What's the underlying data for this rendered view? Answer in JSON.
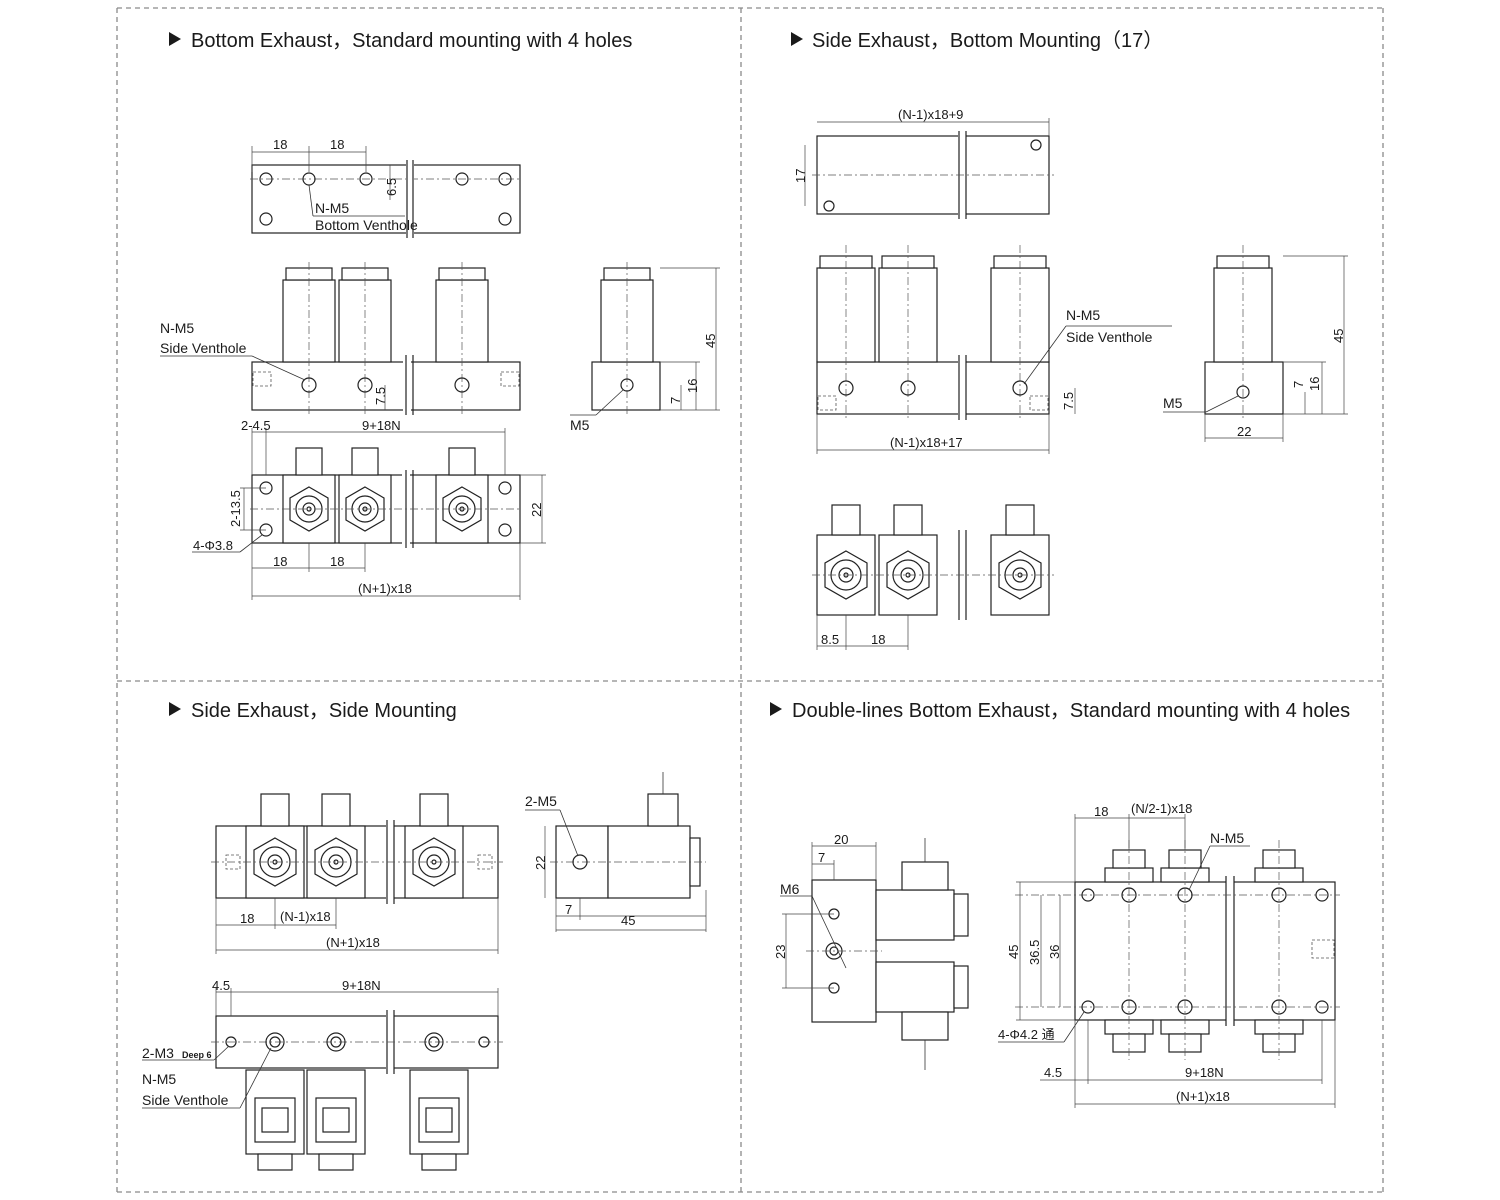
{
  "panels": {
    "p1": {
      "title": "Bottom Exhaust，Standard mounting with 4 holes",
      "dims": {
        "d18a": "18",
        "d18b": "18",
        "d65": "6.5",
        "nm5": "N-M5",
        "bottom_venthole": "Bottom Venthole",
        "nm5_side": "N-M5",
        "side_venthole": "Side Venthole",
        "d75": "7.5",
        "d45": "45",
        "d7": "7",
        "d16": "16",
        "m5": "M5",
        "d245": "2-4.5",
        "d918n": "9+18N",
        "d2135": "2-13.5",
        "d22": "22",
        "phi38": "4-Φ3.8",
        "d18c": "18",
        "d18d": "18",
        "dn1x18": "(N+1)x18"
      }
    },
    "p2": {
      "title": "Side Exhaust，Bottom Mounting（17）",
      "dims": {
        "top": "(N-1)x18+9",
        "d17": "17",
        "nm5": "N-M5",
        "side_venthole": "Side Venthole",
        "d75": "7.5",
        "bottom": "(N-1)x18+17",
        "d45": "45",
        "d7": "7",
        "d16": "16",
        "m5": "M5",
        "d22": "22",
        "d85": "8.5",
        "d18": "18"
      }
    },
    "p3": {
      "title": "Side Exhaust，Side Mounting",
      "dims": {
        "m25": "2-M5",
        "d22": "22",
        "d7": "7",
        "d45": "45",
        "d18": "18",
        "dn1": "(N-1)x18",
        "dn1p": "(N+1)x18",
        "d45b": "4.5",
        "d918n": "9+18N",
        "m3": "2-M3",
        "deep6": "Deep 6",
        "nm5": "N-M5",
        "side_venthole": "Side Venthole"
      }
    },
    "p4": {
      "title": "Double-lines Bottom Exhaust，Standard mounting with 4 holes",
      "dims": {
        "d20": "20",
        "d7": "7",
        "m6": "M6",
        "d23": "23",
        "d18": "18",
        "dn21": "(N/2-1)x18",
        "nm5": "N-M5",
        "d45": "45",
        "d365": "36.5",
        "d36": "36",
        "phi42": "4-Φ4.2 通",
        "d45b": "4.5",
        "d918n": "9+18N",
        "dn1p": "(N+1)x18"
      }
    }
  }
}
